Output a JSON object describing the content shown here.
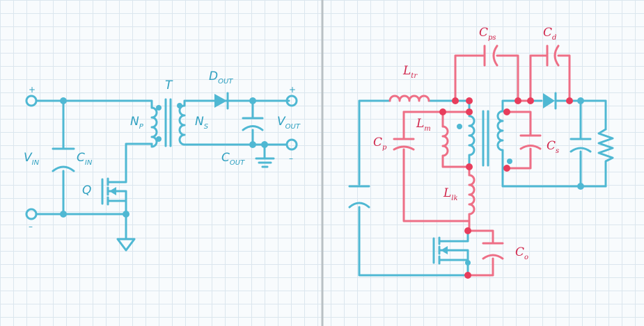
{
  "colors": {
    "circuit": "#4fb8d3",
    "parasitic": "#ee6f86",
    "parasitic_text": "#d0244a",
    "divider": "#b9c0c4"
  },
  "left": {
    "vin_plus": "+",
    "vin_minus": "–",
    "vout_plus": "+",
    "vout_minus": "–",
    "vin": {
      "main": "V",
      "sub": "IN"
    },
    "cin": {
      "main": "C",
      "sub": "IN"
    },
    "q": {
      "main": "Q"
    },
    "t": {
      "main": "T"
    },
    "np": {
      "main": "N",
      "sub": "P"
    },
    "ns": {
      "main": "N",
      "sub": "S"
    },
    "dout": {
      "main": "D",
      "sub": "OUT"
    },
    "vout": {
      "main": "V",
      "sub": "OUT"
    },
    "cout": {
      "main": "C",
      "sub": "OUT"
    }
  },
  "right": {
    "ltr": {
      "main": "L",
      "sub": "tr"
    },
    "cps": {
      "main": "C",
      "sub": "ps"
    },
    "cd": {
      "main": "C",
      "sub": "d"
    },
    "lm": {
      "main": "L",
      "sub": "m"
    },
    "cp": {
      "main": "C",
      "sub": "p"
    },
    "cs": {
      "main": "C",
      "sub": "s"
    },
    "llk": {
      "main": "L",
      "sub": "lk"
    },
    "co": {
      "main": "C",
      "sub": "o"
    }
  }
}
